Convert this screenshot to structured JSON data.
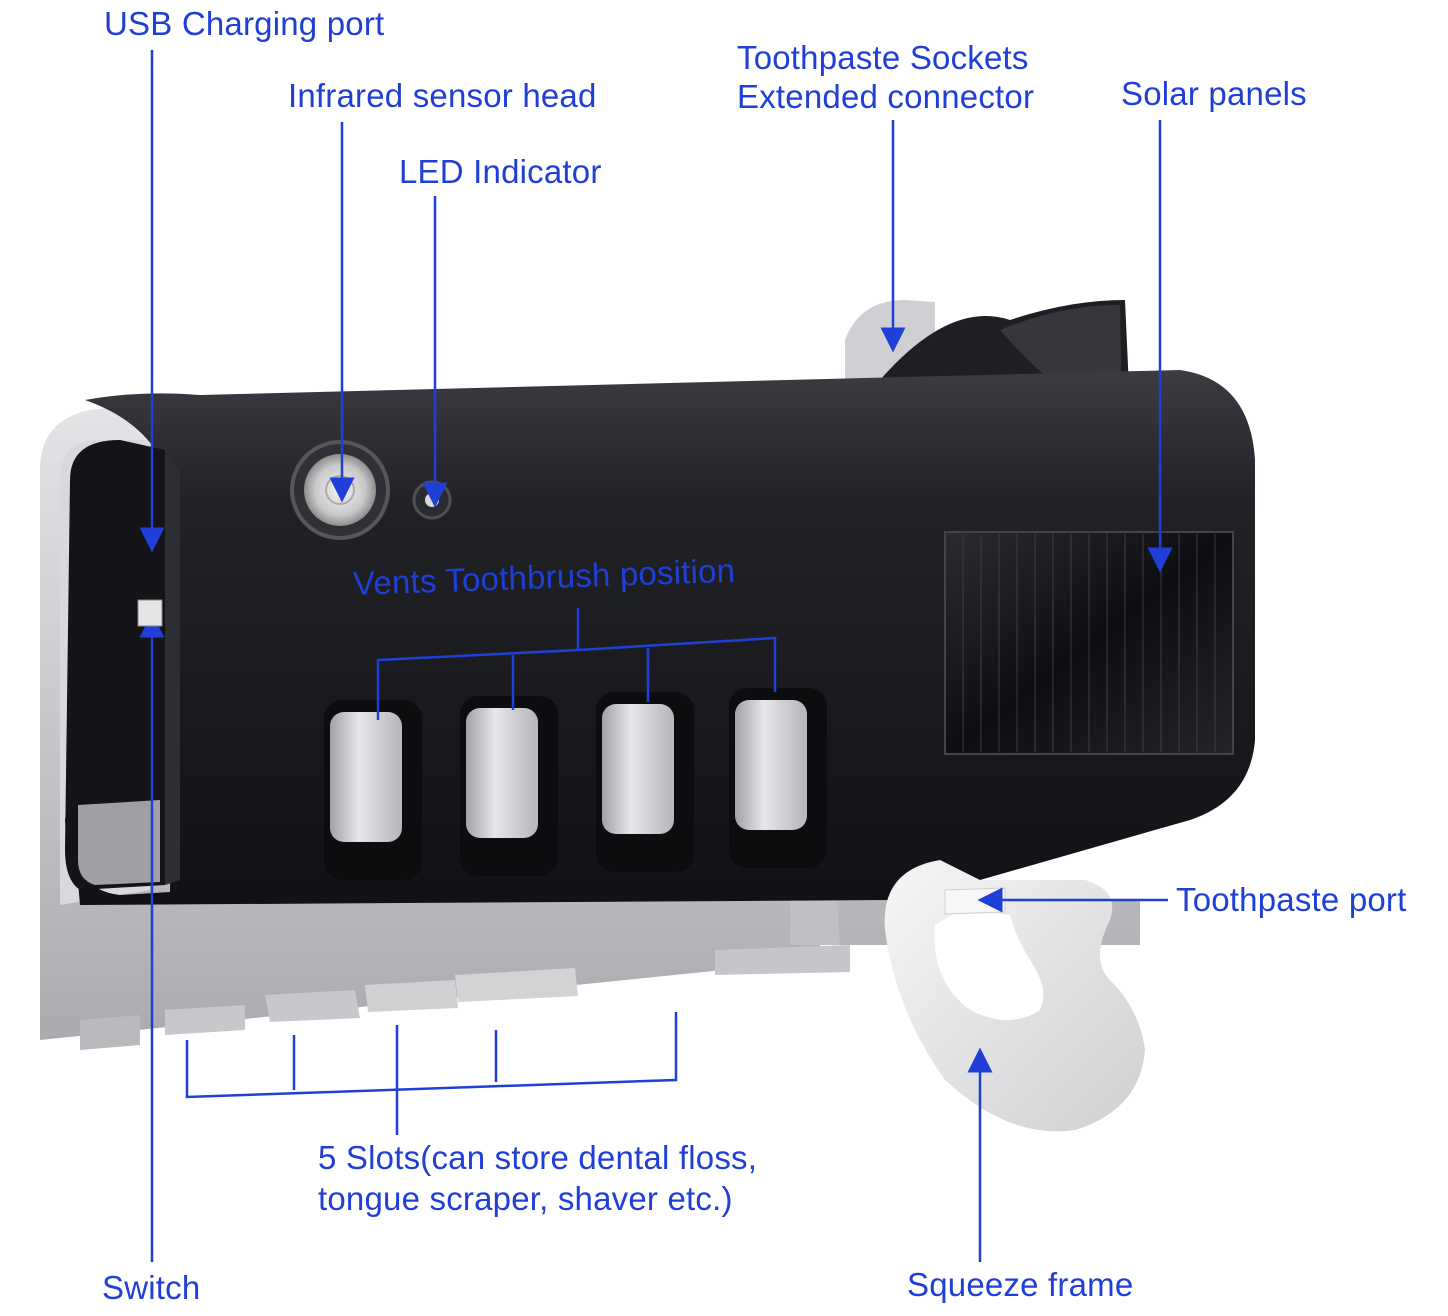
{
  "labels": {
    "usb_port": "USB Charging port",
    "infrared": "Infrared sensor head",
    "led": "LED Indicator",
    "sockets_line1": "Toothpaste Sockets",
    "sockets_line2": "Extended connector",
    "solar": "Solar panels",
    "vents": "Vents Toothbrush position",
    "toothpaste_port": "Toothpaste port",
    "slots_line1": "5 Slots(can store dental floss,",
    "slots_line2": "tongue scraper, shaver etc.)",
    "switch": "Switch",
    "squeeze": "Squeeze frame"
  },
  "colors": {
    "label_blue": "#1f3fd6",
    "body_black": "#1b1c1f",
    "base_silver": "#c9cacc",
    "squeeze_white": "#ececec"
  }
}
